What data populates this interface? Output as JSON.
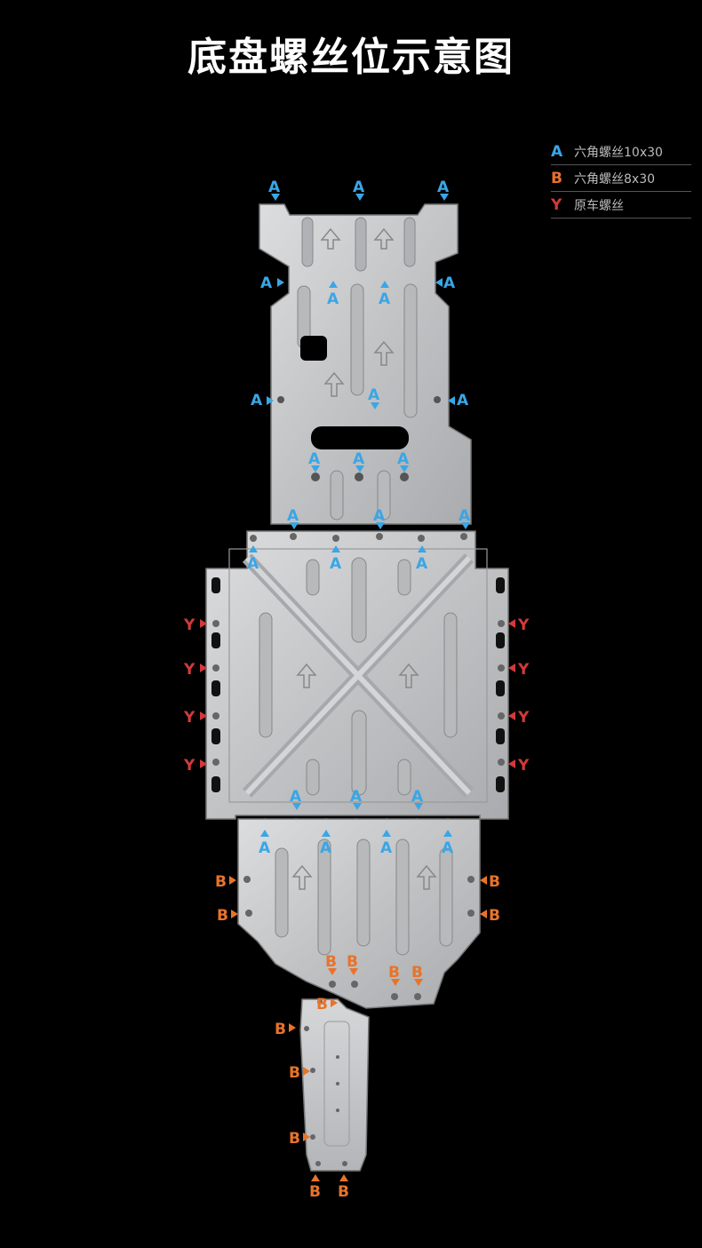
{
  "title": "底盘螺丝位示意图",
  "legend": [
    {
      "letter": "A",
      "text": "六角螺丝10x30",
      "color": "#3aa6e6"
    },
    {
      "letter": "B",
      "text": "六角螺丝8x30",
      "color": "#e8732b"
    },
    {
      "letter": "Y",
      "text": "原车螺丝",
      "color": "#d23a3a"
    }
  ],
  "colors": {
    "plate": "#c9cacc",
    "plate_dark": "#8d8f92",
    "background": "#000000"
  }
}
